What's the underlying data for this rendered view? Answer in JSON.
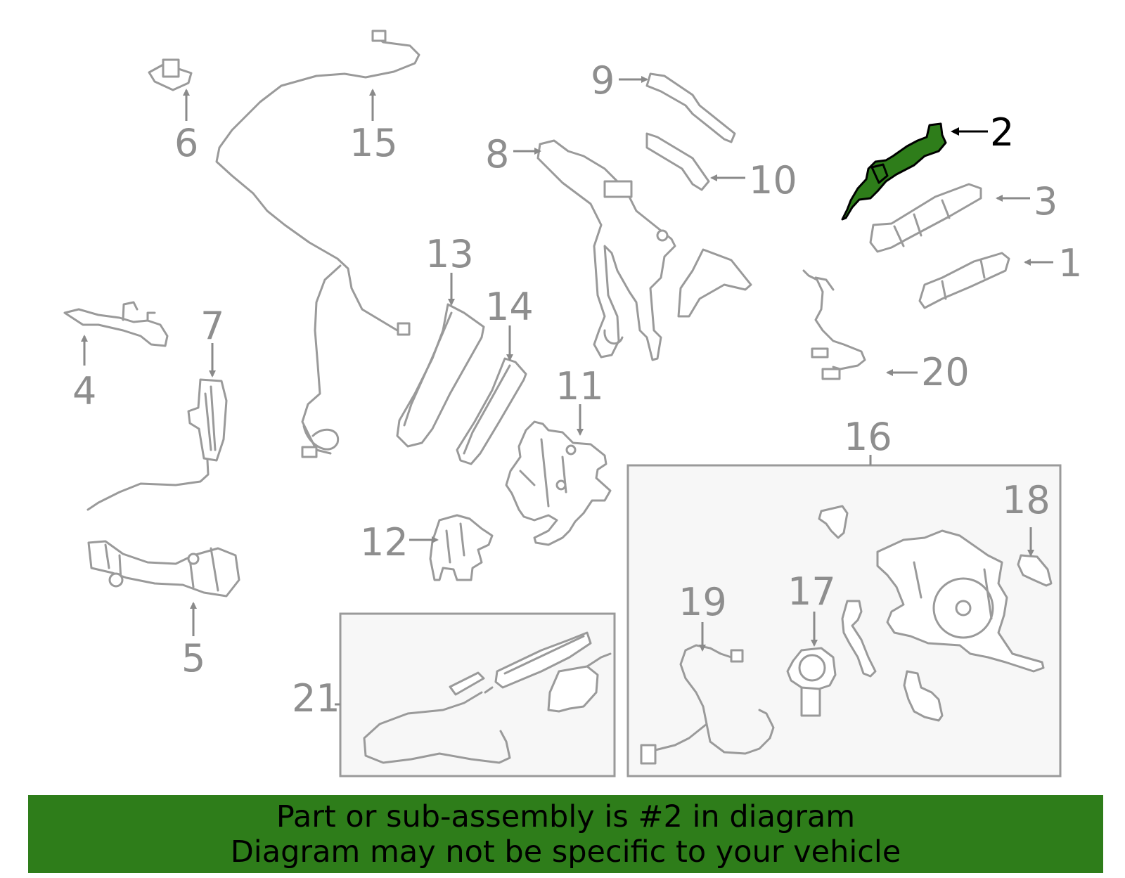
{
  "highlight_color": "#2e7d1a",
  "callouts": {
    "c1": "1",
    "c2": "2",
    "c3": "3",
    "c4": "4",
    "c5": "5",
    "c6": "6",
    "c7": "7",
    "c8": "8",
    "c9": "9",
    "c10": "10",
    "c11": "11",
    "c12": "12",
    "c13": "13",
    "c14": "14",
    "c15": "15",
    "c16": "16",
    "c17": "17",
    "c18": "18",
    "c19": "19",
    "c20": "20",
    "c21": "21"
  },
  "banner": {
    "line1": "Part or sub-assembly is #2 in diagram",
    "line2": "Diagram may not be specific to your vehicle"
  }
}
